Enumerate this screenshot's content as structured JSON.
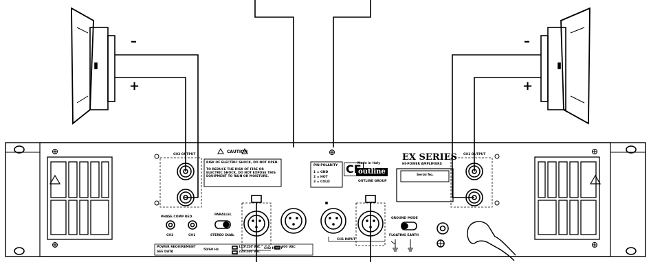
{
  "speakers": {
    "left": {
      "minus": "–",
      "plus": "+"
    },
    "right": {
      "minus": "–",
      "plus": "+"
    }
  },
  "panel": {
    "series_title": "EX SERIES",
    "series_subtitle": "HI-POWER AMPLIFIERS",
    "serial_label": "Serial No.",
    "ce_mark": "CE",
    "made_in": "Made in Italy",
    "brand": "outline",
    "brand_sub": "OUTLINE GROUP",
    "ch2_output": "CH2 OUTPUT",
    "ch1_output": "CH1 OUTPUT",
    "caution": "CAUTION",
    "caution_text_1": "RISK OF ELECTRIC SHOCK, DO NOT OPEN.",
    "caution_text_2": "TO REDUCE THE RISK OF FIRE OR ELECTRIC SHOCK, DO NOT EXPOSE THIS EQUIPMENT TO RAIN OR MOISTURE.",
    "pin_polarity": "PIN POLARITY",
    "pin_1": "1 = GND",
    "pin_2": "2 = HOT",
    "pin_3": "3 = COLD",
    "phase_comp": "PHASE COMP RED",
    "ch2_short": "CH2",
    "ch1_short": "CH1",
    "parallel": "PARALLEL",
    "stereo_dual": "STEREO DUAL",
    "ch2_input": "CH2 INPUT",
    "ch1_input": "CH1 INPUT",
    "ground_mode": "GROUND MODE",
    "ground_sub": "FLOATING  EARTH",
    "power_label": "POWER REQUIREMENT",
    "power_sub": "SEE DATA",
    "hz": "50/60 Hz",
    "v1": "115/120 VAC",
    "v2": "100 VAC",
    "v3": "220/240 VAC"
  }
}
